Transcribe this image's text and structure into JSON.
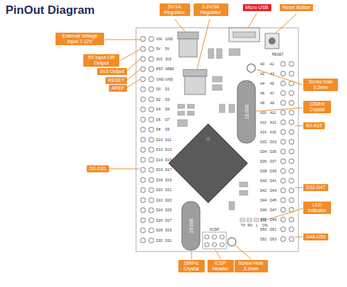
{
  "diagram": {
    "title": "PinOut Diagram",
    "nodes": [
      {
        "text": [
          "5V/1A Regulator"
        ]
      },
      {
        "text": [
          "3.3V/3A Regulator"
        ]
      },
      {
        "text": [
          "Micro USB"
        ]
      },
      {
        "text": [
          "Reset Button"
        ]
      },
      {
        "text": [
          "External Voltage Input 7-12V"
        ]
      },
      {
        "text": [
          "5V Input OR Output"
        ]
      },
      {
        "text": [
          "3V3 Output"
        ]
      },
      {
        "text": [
          "RESET"
        ]
      },
      {
        "text": [
          "AREF"
        ]
      },
      {
        "text": [
          "D0-D31"
        ]
      },
      {
        "text": [
          "Screw hole 3.2mm"
        ]
      },
      {
        "text": [
          "12MHz Crystal"
        ]
      },
      {
        "text": [
          "A0-A15"
        ]
      },
      {
        "text": [
          "D32-D47"
        ]
      },
      {
        "text": [
          "LED Indicator"
        ]
      },
      {
        "text": [
          "D48-D53"
        ]
      },
      {
        "text": [
          "16MHz Crystal"
        ]
      },
      {
        "text": [
          "ICSP Header"
        ]
      },
      {
        "text": [
          "Screw Hole 3.2mm"
        ]
      }
    ],
    "labels": [
      "VIN",
      "GND",
      "5V",
      "5V",
      "3V3",
      "3V3",
      "RST",
      "AREF",
      "GND",
      "GND",
      "D0",
      "D1",
      "D2",
      "D3",
      "D4",
      "D5",
      "D6",
      "D7",
      "D8",
      "D9",
      "D10",
      "D11",
      "D12",
      "D13",
      "D14",
      "D15",
      "D16",
      "D17",
      "D18",
      "D19",
      "D20",
      "D21",
      "D22",
      "D23",
      "D24",
      "D25",
      "D26",
      "D27",
      "D28",
      "D29",
      "D30",
      "D31",
      "A0",
      "A1",
      "A2",
      "A3",
      "A4",
      "A5",
      "A6",
      "A7",
      "A8",
      "A9",
      "A10",
      "A11",
      "A12",
      "A13",
      "A14",
      "A15",
      "D32",
      "D33",
      "D34",
      "D35",
      "D36",
      "D37",
      "D38",
      "D39",
      "D40",
      "D41",
      "D42",
      "D43",
      "D44",
      "D45",
      "D46",
      "D47",
      "D48",
      "D49",
      "D50",
      "D51",
      "D52",
      "D53",
      "RESET",
      "12.000",
      "16.000",
      "ICSP",
      "TX",
      "RX",
      "L",
      "ON"
    ]
  }
}
